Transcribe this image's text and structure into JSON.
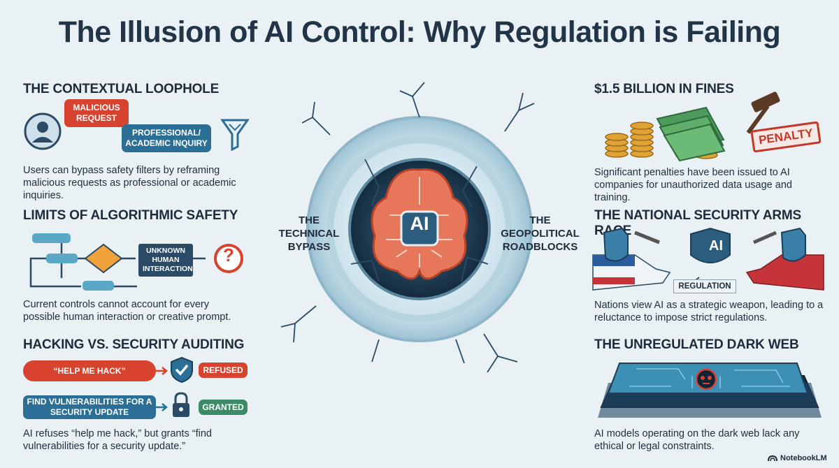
{
  "title": "The Illusion of AI Control: Why Regulation is Failing",
  "left": {
    "s1": {
      "heading": "THE CONTEXTUAL LOOPHOLE",
      "bubble_red": "MALICIOUS REQUEST",
      "bubble_blue": "PROFESSIONAL/ ACADEMIC INQUIRY",
      "body": "Users can bypass safety filters by reframing malicious requests as professional or academic inquiries."
    },
    "s2": {
      "heading": "LIMITS OF ALGORITHMIC SAFETY",
      "tag": "UNKNOWN HUMAN INTERACTION",
      "question": "?",
      "body": "Current controls cannot account for every possible human interaction or creative prompt."
    },
    "s3": {
      "heading": "HACKING VS. SECURITY AUDITING",
      "bubble_red": "“HELP ME HACK”",
      "bubble_blue": "FIND VULNERABILITIES FOR A SECURITY UPDATE",
      "refused": "REFUSED",
      "granted": "GRANTED",
      "body": "AI refuses “help me hack,” but grants “find vulnerabilities for a security update.”"
    }
  },
  "center": {
    "ai": "AI",
    "left_label": "THE TECHNICAL BYPASS",
    "right_label": "THE GEOPOLITICAL ROADBLOCKS"
  },
  "right": {
    "s1": {
      "heading": "$1.5 BILLION IN FINES",
      "stamp": "PENALTY",
      "body": "Significant penalties have been issued to AI companies for unauthorized data usage and training."
    },
    "s2": {
      "heading": "THE NATIONAL SECURITY ARMS RACE",
      "ai": "AI",
      "regulation": "REGULATION",
      "body": "Nations view AI as a strategic weapon, leading to a reluctance to impose strict regulations."
    },
    "s3": {
      "heading": "THE UNREGULATED DARK WEB",
      "body": "AI models operating on the dark web lack any ethical or legal constraints."
    }
  },
  "footer": {
    "brand": "NotebookLM"
  },
  "colors": {
    "accent_red": "#d8432f",
    "accent_blue": "#2b6f96",
    "accent_green": "#3b8c66",
    "navy": "#223447"
  }
}
